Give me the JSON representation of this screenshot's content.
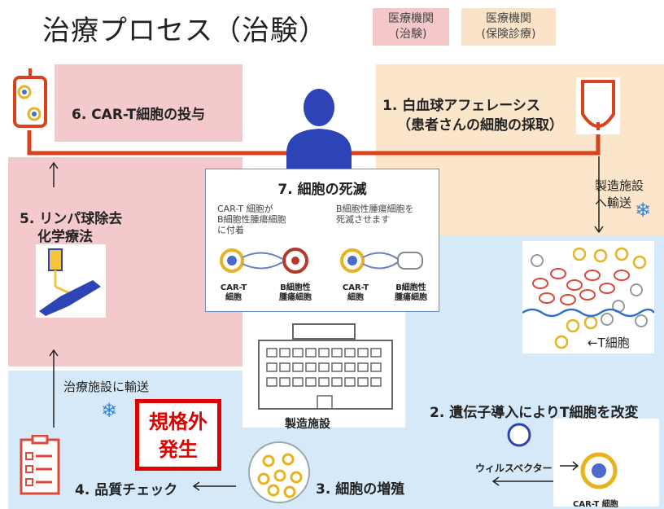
{
  "title": "治療プロセス（治験）",
  "legend": {
    "clinical_trial": {
      "line1": "医療機関",
      "line2": "(治験)"
    },
    "insurance": {
      "line1": "医療機関",
      "line2": "(保険診療)"
    }
  },
  "colors": {
    "pink": "#f4c9cc",
    "peach": "#fbe6cc",
    "blue": "#d5e9f9",
    "tube": "#d7421f",
    "alert": "#e00000",
    "patient": "#2d44b6"
  },
  "steps": {
    "s1": {
      "line1": "1.  白血球アフェレーシス",
      "line2": "（患者さんの細胞の採取）"
    },
    "s2": "2. 遺伝子導入によりT細胞を改変",
    "s3": "3. 細胞の増殖",
    "s4": "4. 品質チェック",
    "s5": {
      "line1": "5. リンパ球除去",
      "line2": "化学療法"
    },
    "s6": "6. CAR-T細胞の投与",
    "s7": "7. 細胞の死滅"
  },
  "transport": {
    "to_manufacturing": {
      "line1": "製造施設",
      "line2": "へ輸送"
    },
    "to_treatment": "治療施設に輸送"
  },
  "facility": "製造施設",
  "t_cell": "←T細胞",
  "virus_vector": "ウィルスベクター",
  "cart_cell_label": "CAR-T 細胞",
  "alert": {
    "line1": "規格外",
    "line2": "発生"
  },
  "death": {
    "left_text": {
      "l1": "CAR-T 細胞が",
      "l2": "B細胞性腫瘍細胞",
      "l3": "に付着"
    },
    "right_text": {
      "l1": "B細胞性腫瘍細胞を",
      "l2": "死滅させます"
    },
    "labels": {
      "cart_l1": "CAR-T",
      "cart_l2": "細胞",
      "btumor_l1": "B細胞性",
      "btumor_l2": "腫瘍細胞"
    }
  }
}
